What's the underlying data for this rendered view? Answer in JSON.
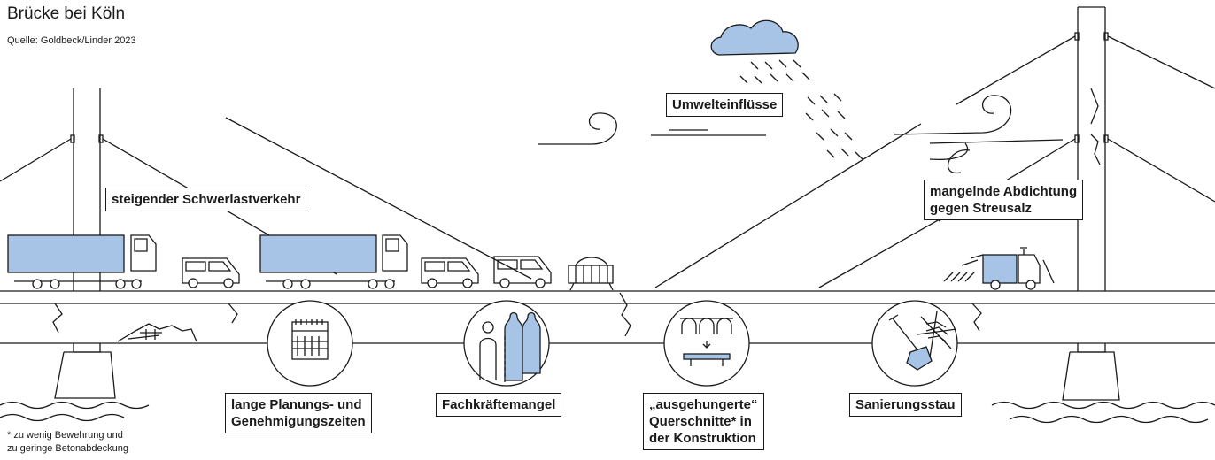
{
  "title": "Brücke bei Köln",
  "source": "Quelle: Goldbeck/Linder 2023",
  "footnote": "* zu wenig Bewehrung und\nzu geringe Betonabdeckung",
  "labels": {
    "heavy_traffic": "steigender Schwerlastverkehr",
    "environment": "Umwelteinflüsse",
    "salt": "mangelnde Abdichtung\ngegen Streusalz",
    "planning": "lange Planungs- und\nGenehmigungszeiten",
    "workers": "Fachkräftemangel",
    "cross_sections": "„ausgehungerte“\nQuerschnitte* in\nder Konstruktion",
    "backlog": "Sanierungsstau"
  },
  "colors": {
    "accent": "#a7c4e6",
    "line": "#1a1a1a",
    "background": "#ffffff"
  },
  "icons": [
    "calendar-icon",
    "workers-icon",
    "cross-section-icon",
    "shovel-cobweb-icon"
  ]
}
